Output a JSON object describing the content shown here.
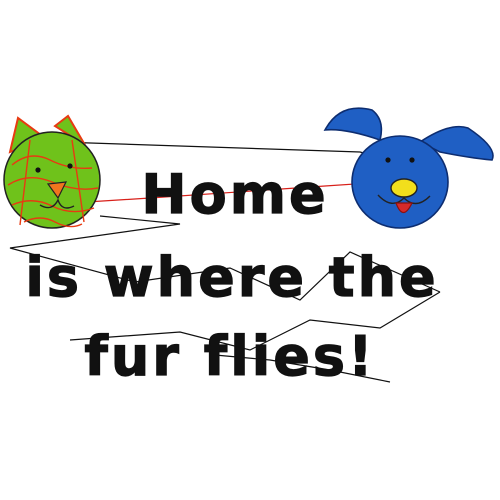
{
  "design": {
    "lines": [
      "Home",
      "is where the",
      "fur flies!"
    ]
  },
  "colors": {
    "cat_face": "#6fc21b",
    "cat_stitch": "#e83a12",
    "cat_nose": "#f0751e",
    "dog_face": "#1f5fc4",
    "dog_nose": "#f2df1c",
    "dog_tongue": "#d62a2a",
    "ink": "#111111",
    "thread_red": "#d8201a"
  },
  "icons": {
    "cat": "cat-face-icon",
    "dog": "dog-face-icon"
  }
}
